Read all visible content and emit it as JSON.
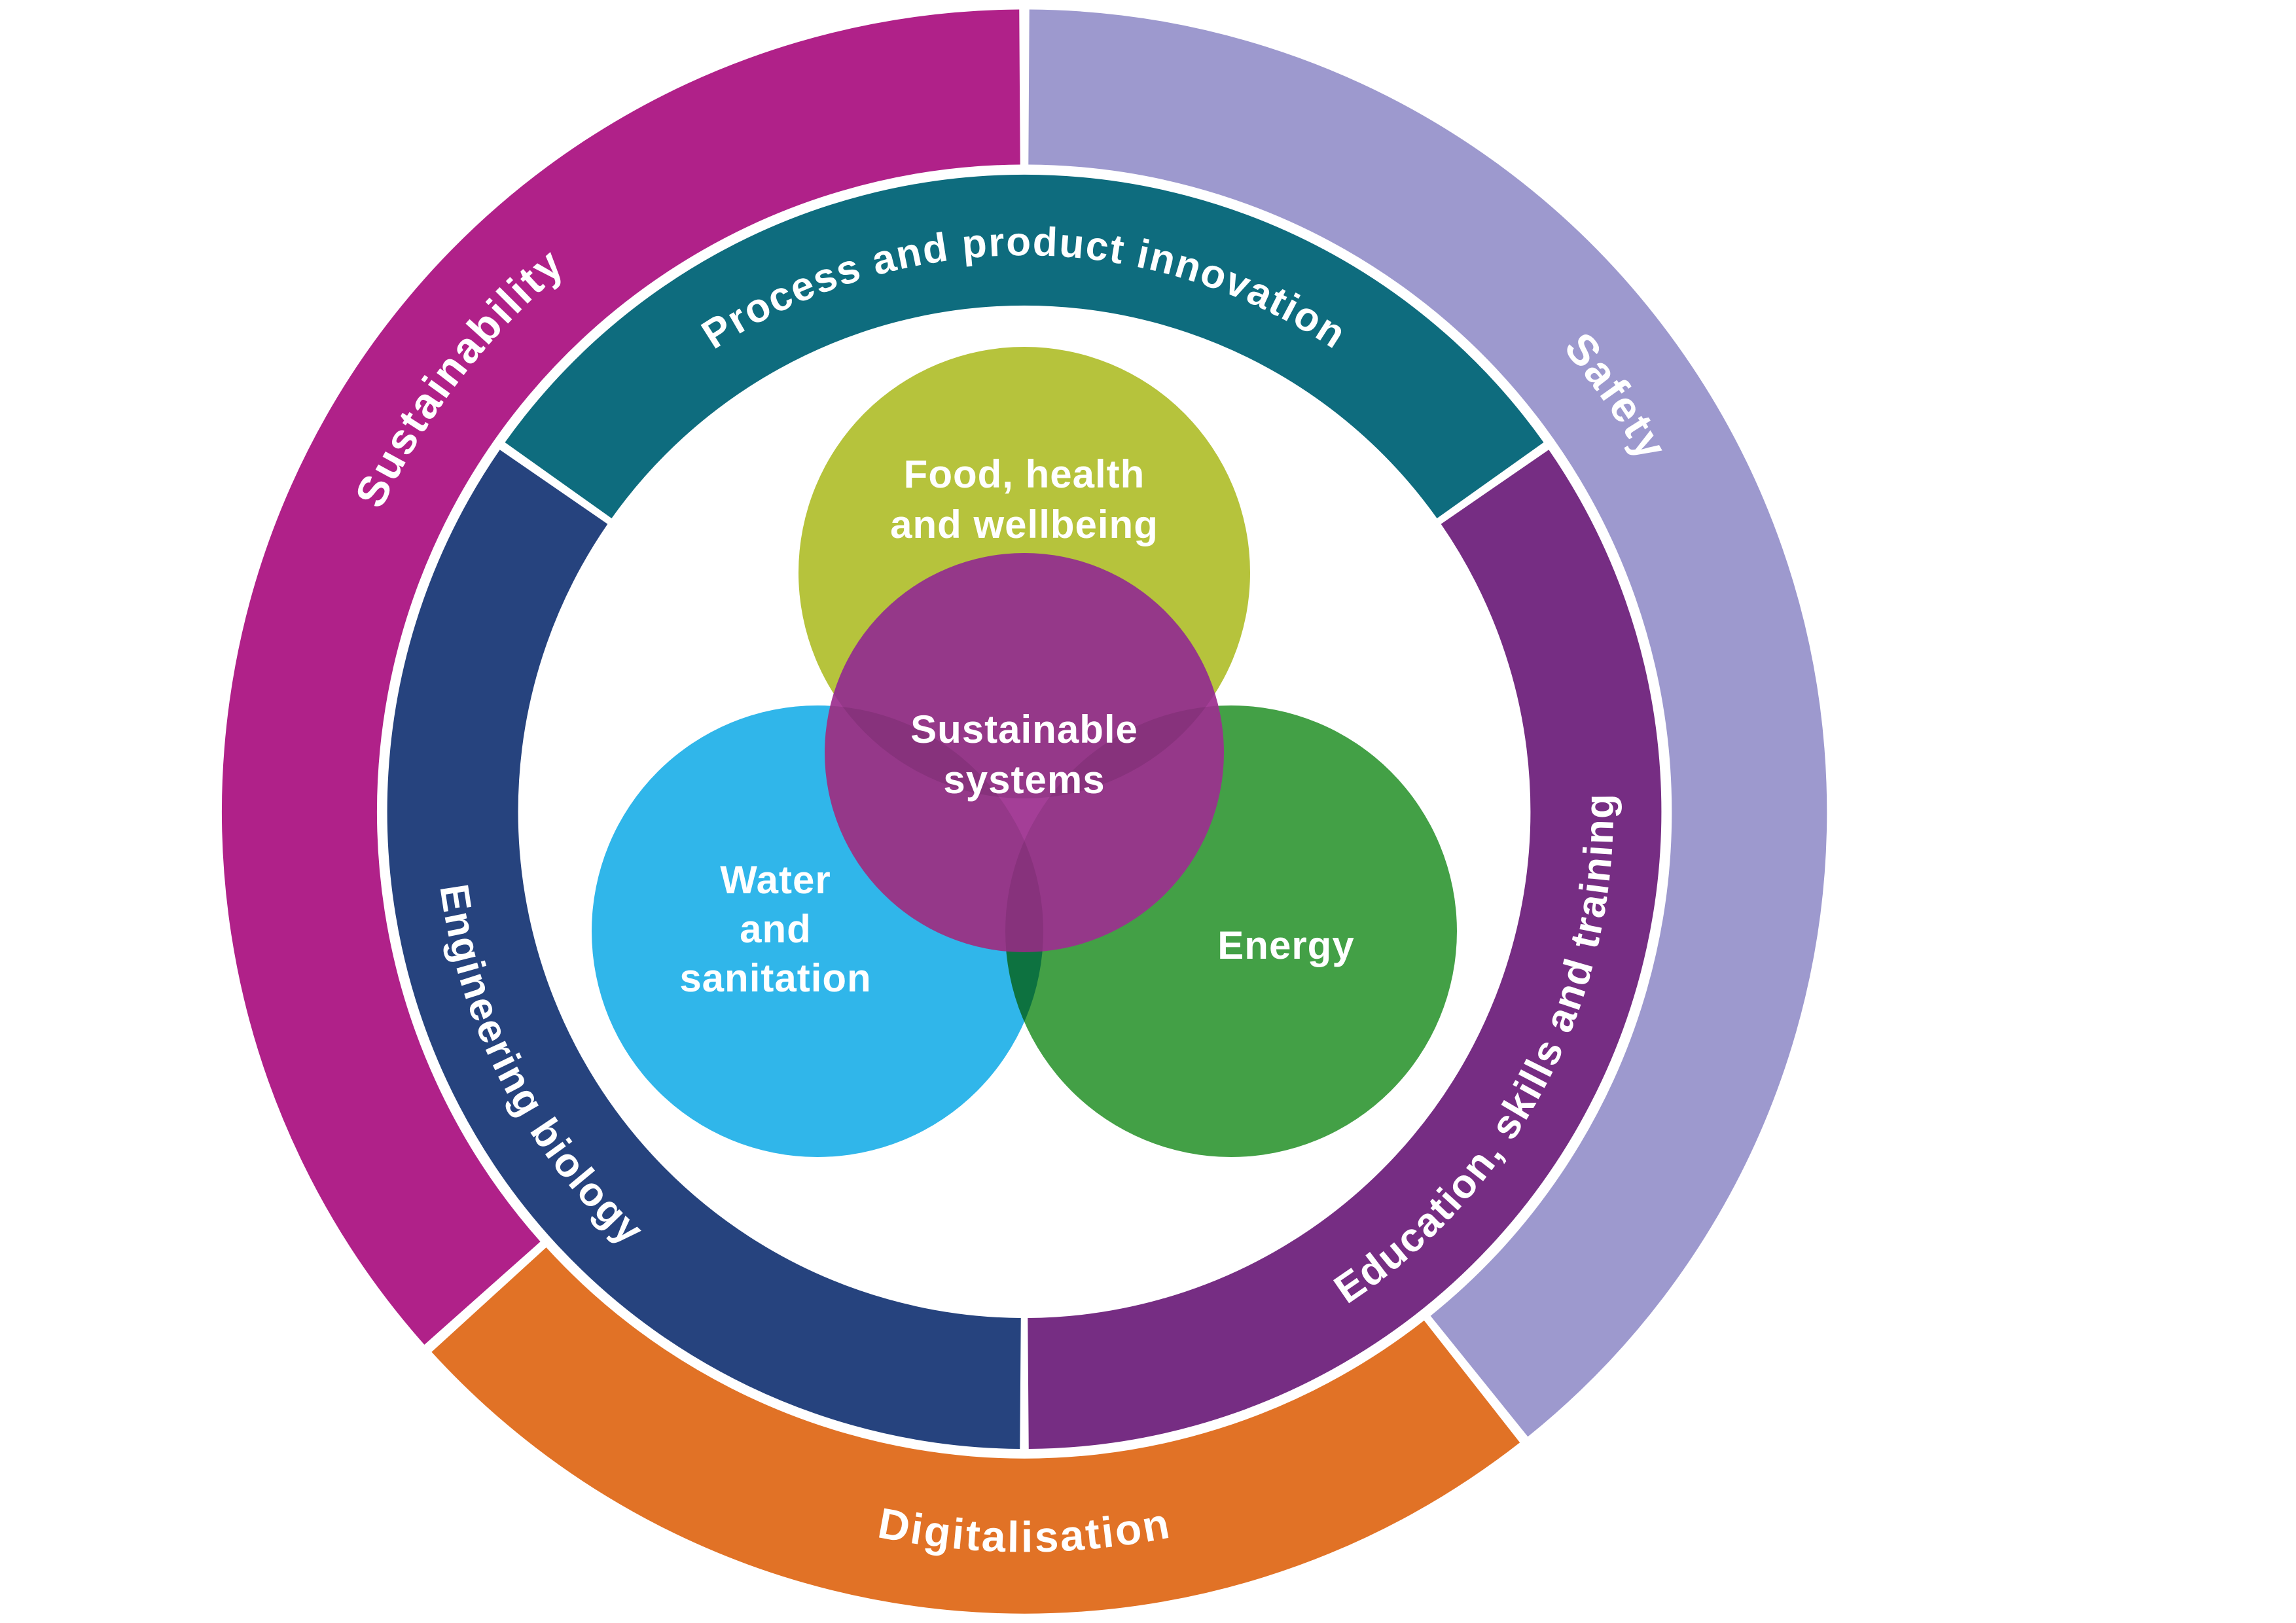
{
  "figure": {
    "background_color": "#ffffff",
    "text_color": "#ffffff",
    "outer_ring": {
      "segments": [
        {
          "id": "sustainability",
          "label": "Sustainability",
          "color": "#B02189"
        },
        {
          "id": "safety",
          "label": "Safety",
          "color": "#9D99CE"
        },
        {
          "id": "digitalisation",
          "label": "Digitalisation",
          "color": "#E17226"
        }
      ]
    },
    "inner_ring": {
      "segments": [
        {
          "id": "process",
          "label": "Process and product innovation",
          "color": "#0E6C7E"
        },
        {
          "id": "education",
          "label": "Education, skills and training",
          "color": "#762D83"
        },
        {
          "id": "engineering",
          "label": "Engineering biology",
          "color": "#26437E"
        }
      ]
    },
    "venn": {
      "circles": [
        {
          "id": "food",
          "color": "#B6C33C",
          "label_lines": {
            "0": "Food, health",
            "1": "and wellbeing"
          }
        },
        {
          "id": "water",
          "color": "#30B6EA",
          "label_lines": {
            "0": "Water",
            "1": "and",
            "2": "sanitation"
          }
        },
        {
          "id": "energy",
          "color": "#43A046",
          "label_lines": {
            "0": "Energy"
          }
        }
      ],
      "center": {
        "id": "sustainable-systems",
        "color": "#A43E97",
        "label_lines": {
          "0": "Sustainable",
          "1": "systems"
        }
      }
    }
  }
}
